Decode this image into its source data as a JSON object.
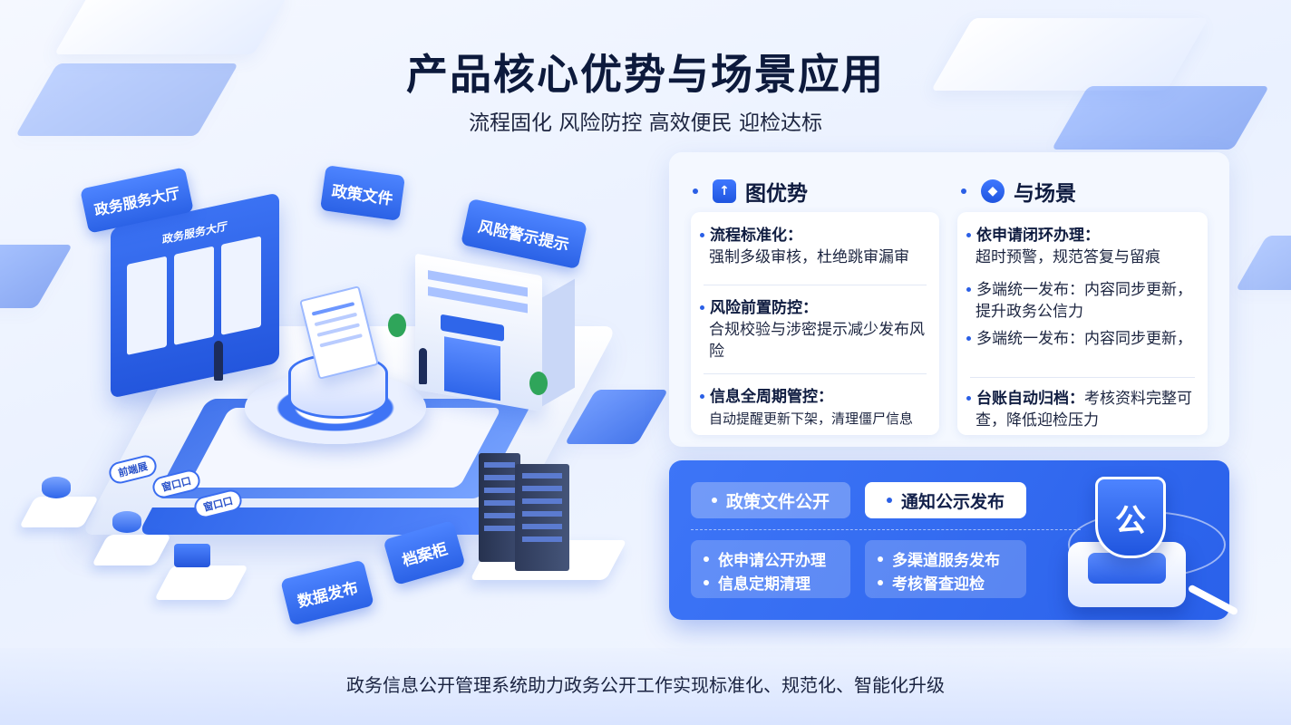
{
  "title": "产品核心优势与场景应用",
  "subtitle": "流程固化 风险防控 高效便民 迎检达标",
  "illustration": {
    "labels": [
      "政务服务大厅",
      "政策文件",
      "风险警示提示",
      "数据发布",
      "档案柜"
    ],
    "screen_title": "政务服务大厅",
    "mini_labels": [
      "前端展",
      "窗口口",
      "窗口口"
    ]
  },
  "advantages": {
    "header": "图优势",
    "items": [
      {
        "title": "流程标准化：",
        "desc": "强制多级审核，杜绝跳审漏审"
      },
      {
        "title": "风险前置防控：",
        "desc": "合规校验与涉密提示减少发布风险"
      },
      {
        "title": "信息全周期管控：",
        "desc": "自动提醒更新下架，清理僵尸信息"
      }
    ]
  },
  "scenarios": {
    "header": "与场景",
    "items": [
      {
        "title": "依申请闭环办理：",
        "desc": "超时预警，规范答复与留痕"
      },
      {
        "title": "多端统一发布：",
        "desc": "内容同步更新，提升政务公信力"
      },
      {
        "title": "多端统一发布：",
        "desc": "内容同步更新，"
      },
      {
        "title": "台账自动归档：",
        "desc": "考核资料完整可查，降低迎检压力"
      }
    ]
  },
  "scene_panel": {
    "pills": [
      "政策文件公开",
      "通知公示发布"
    ],
    "box_left": [
      "依申请公开办理",
      "信息定期清理"
    ],
    "box_right": [
      "多渠道服务发布",
      "考核督查迎检"
    ],
    "shield_glyph": "公"
  },
  "footer": "政务信息公开管理系统助力政务公开工作实现标准化、规范化、智能化升级",
  "colors": {
    "accent": "#2a62e8",
    "text": "#0f1c40"
  }
}
